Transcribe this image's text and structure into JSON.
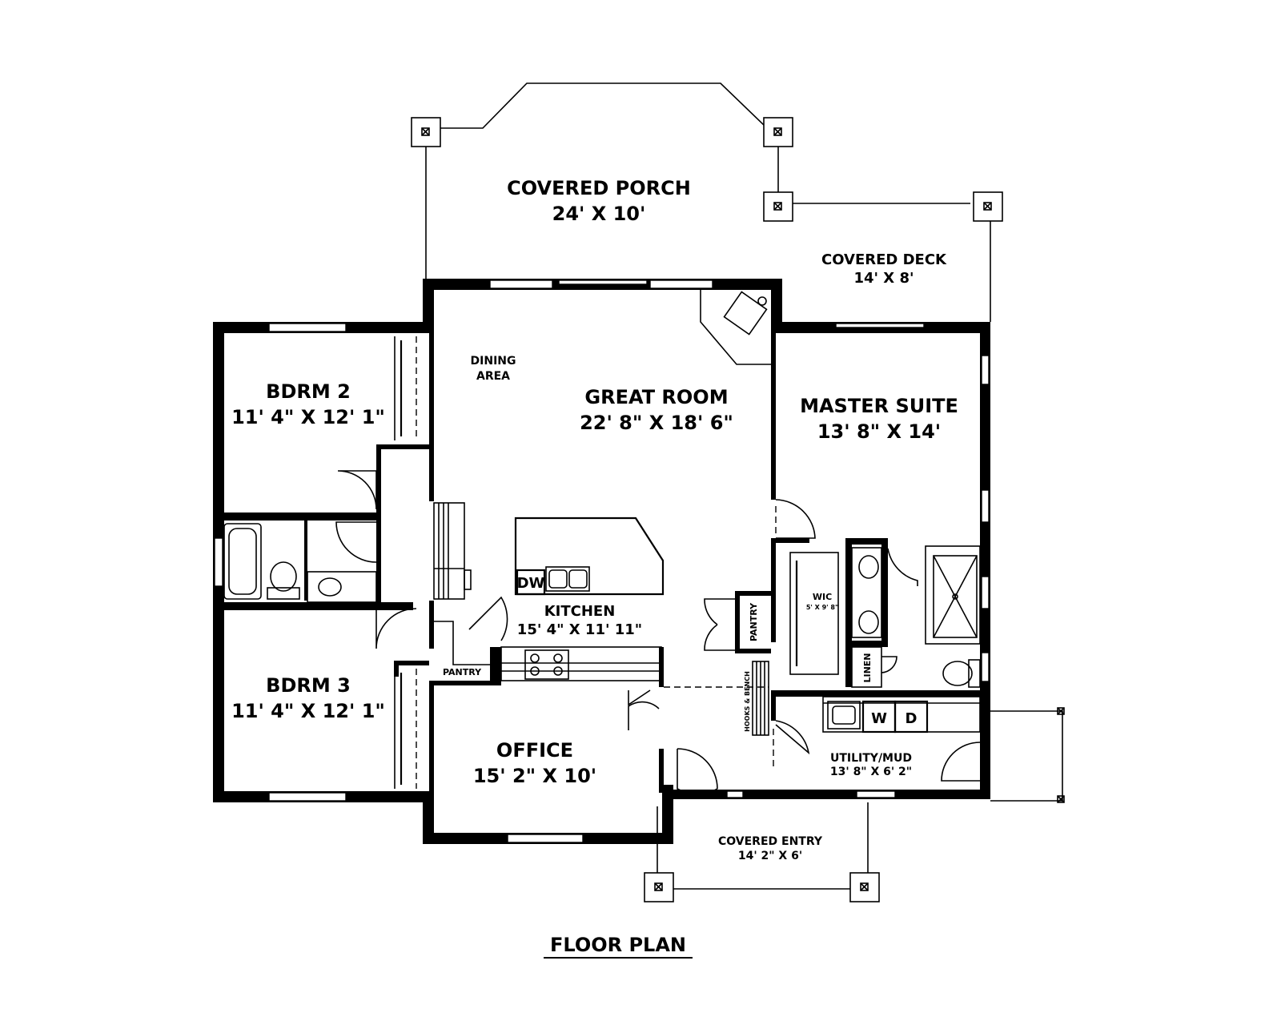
{
  "title": "FLOOR PLAN",
  "rooms": {
    "porch": {
      "name": "COVERED PORCH",
      "size": "24' X 10'"
    },
    "deck": {
      "name": "COVERED DECK",
      "size": "14' X 8'"
    },
    "great": {
      "name": "GREAT ROOM",
      "size": "22' 8\" X 18' 6\""
    },
    "dining": {
      "line1": "DINING",
      "line2": "AREA"
    },
    "master": {
      "name": "MASTER SUITE",
      "size": "13' 8\" X 14'"
    },
    "bdrm2": {
      "name": "BDRM 2",
      "size": "11' 4\" X 12' 1\""
    },
    "bdrm3": {
      "name": "BDRM 3",
      "size": "11' 4\" X 12' 1\""
    },
    "kitchen": {
      "name": "KITCHEN",
      "size": "15' 4\" X 11' 11\""
    },
    "office": {
      "name": "OFFICE",
      "size": "15' 2\" X 10'"
    },
    "wic": {
      "name": "WIC",
      "size": "5' X 9' 8\""
    },
    "utility": {
      "name": "UTILITY/MUD",
      "size": "13' 8\" X 6' 2\""
    },
    "entry": {
      "name": "COVERED ENTRY",
      "size": "14' 2\" X 6'"
    }
  },
  "fixtures": {
    "pantry_kitchen": "PANTRY",
    "pantry_hall": "PANTRY",
    "linen": "LINEN",
    "dishwasher": "DW",
    "washer": "W",
    "dryer": "D",
    "hooks": "HOOKS & BENCH"
  }
}
